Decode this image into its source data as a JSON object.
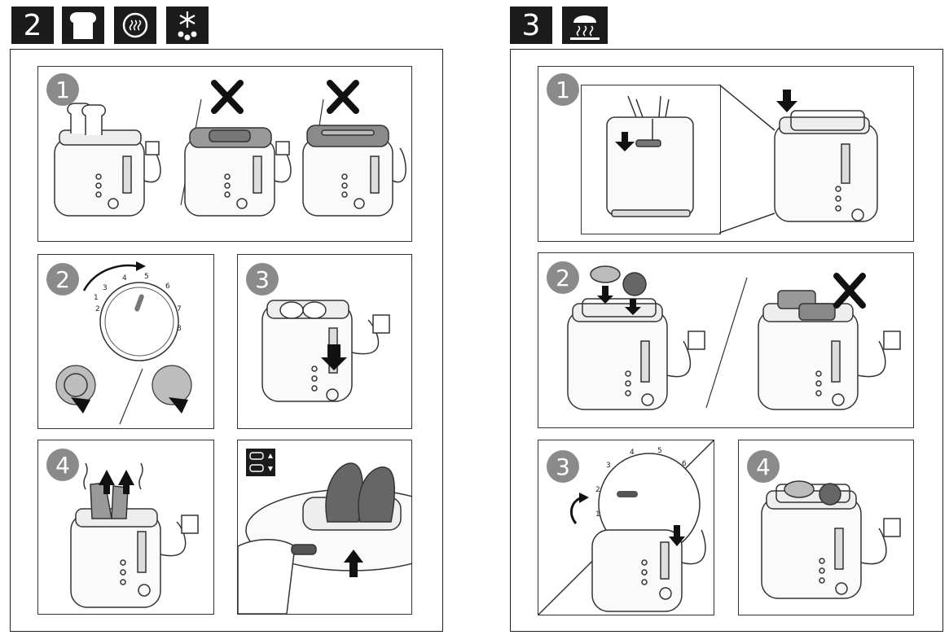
{
  "left": {
    "section_number": "2",
    "icons": [
      "bread-slice-icon",
      "reheat-cycle-icon",
      "defrost-snowflake-icon"
    ],
    "step1": {
      "number": "1",
      "marks": [
        "correct",
        "cross",
        "cross"
      ]
    },
    "step2": {
      "number": "2",
      "dial_ticks": [
        "1",
        "2",
        "3",
        "4",
        "5",
        "6",
        "7",
        "8"
      ],
      "buttons": [
        "reheat-button-icon",
        "defrost-button-icon"
      ]
    },
    "step3": {
      "number": "3"
    },
    "step4": {
      "number": "4"
    },
    "step5": {
      "icons": [
        "lift-up-icon",
        "lift-down-icon"
      ]
    }
  },
  "right": {
    "section_number": "3",
    "icons": [
      "bun-warming-icon"
    ],
    "step1": {
      "number": "1"
    },
    "step2": {
      "number": "2",
      "marks": [
        "correct",
        "cross"
      ]
    },
    "step3": {
      "number": "3",
      "dial_ticks": [
        "1",
        "2",
        "3",
        "4",
        "5",
        "6"
      ]
    },
    "step4": {
      "number": "4"
    }
  },
  "colors": {
    "header_bg": "#1b1b1b",
    "badge": "#8a8a8a",
    "line": "#222222"
  }
}
